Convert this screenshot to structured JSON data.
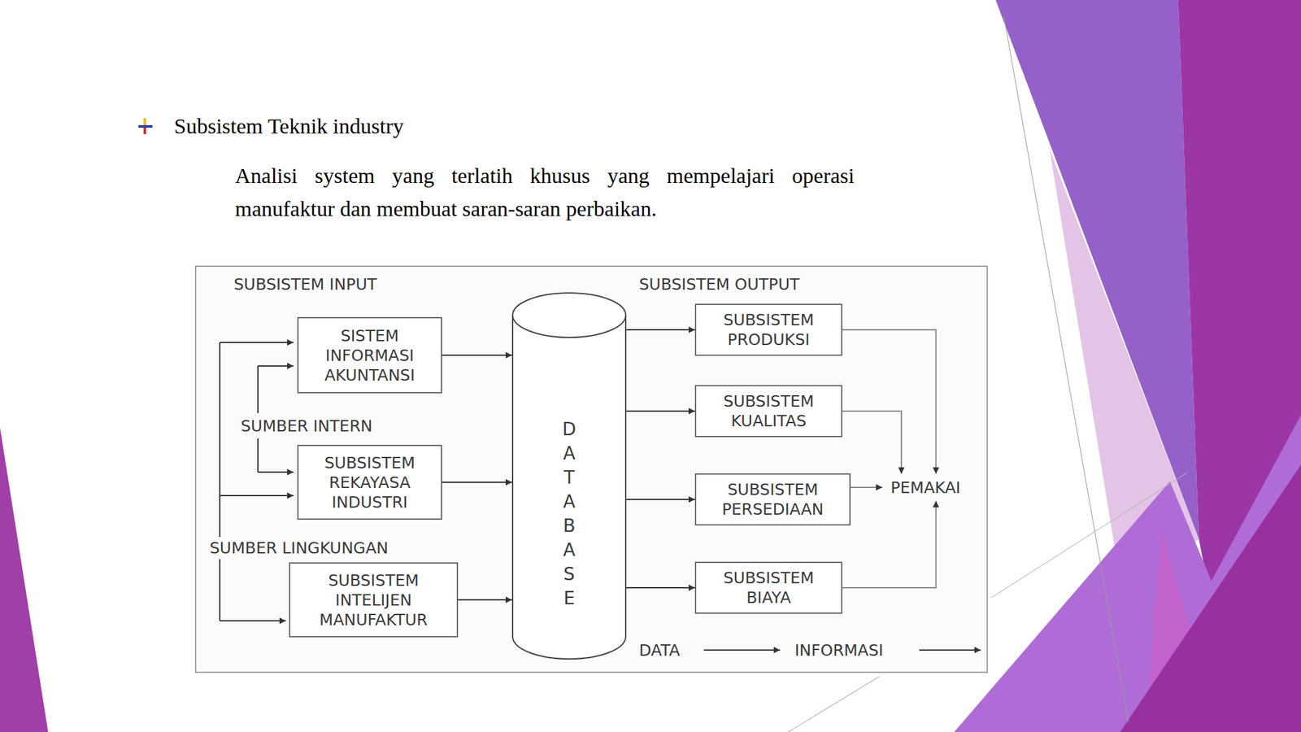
{
  "diagram": {
    "title": "Subsistem Teknik industry",
    "nodes": [
      {
        "text": [
          "SISTEM INFORMASI AKUNTANSI"
        ]
      },
      {
        "text": [
          "SUBSISTEM REKAYASA INDUSTRI"
        ]
      },
      {
        "text": [
          "SUBSISTEM INTELIJEN MANUFAKTUR"
        ]
      },
      {
        "text": [
          "DATABASE"
        ]
      },
      {
        "text": [
          "SUBSISTEM PRODUKSI"
        ]
      },
      {
        "text": [
          "SUBSISTEM KUALITAS"
        ]
      },
      {
        "text": [
          "SUBSISTEM PERSEDIAAN"
        ]
      },
      {
        "text": [
          "SUBSISTEM BIAYA"
        ]
      },
      {
        "text": [
          "PEMAKAI"
        ]
      }
    ],
    "edges": [
      {
        "from": 0,
        "to": 3,
        "arrow": "to"
      },
      {
        "from": 1,
        "to": 3,
        "arrow": "to"
      },
      {
        "from": 2,
        "to": 3,
        "arrow": "to"
      },
      {
        "from": 3,
        "to": 4,
        "arrow": "to"
      },
      {
        "from": 3,
        "to": 5,
        "arrow": "to"
      },
      {
        "from": 3,
        "to": 6,
        "arrow": "to"
      },
      {
        "from": 3,
        "to": 7,
        "arrow": "to"
      },
      {
        "from": 4,
        "to": 8,
        "arrow": "to"
      },
      {
        "from": 5,
        "to": 8,
        "arrow": "to"
      },
      {
        "from": 6,
        "to": 8,
        "arrow": "to"
      },
      {
        "from": 7,
        "to": 8,
        "arrow": "to"
      }
    ],
    "labels": [
      "Analisi system yang terlatih khusus yang mempelajari operasi manufaktur dan membuat saran-saran perbaikan.",
      "SUBSISTEM INPUT",
      "SUBSISTEM OUTPUT",
      "SUMBER INTERN",
      "SUMBER LINGKUNGAN",
      "DATA",
      "INFORMASI"
    ]
  }
}
